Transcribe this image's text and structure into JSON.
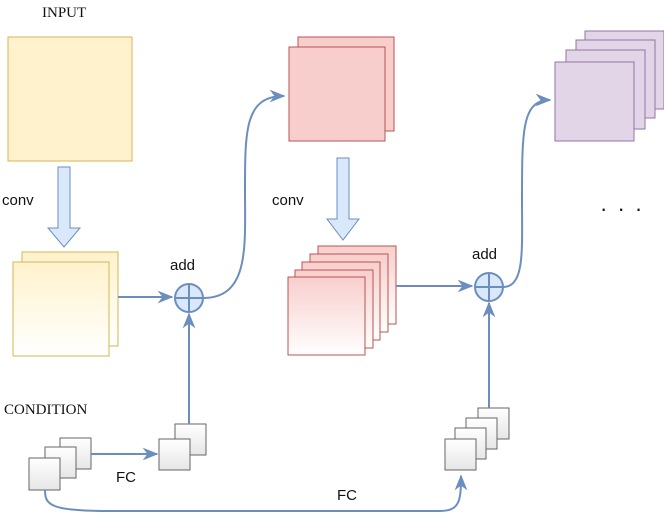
{
  "labels": {
    "input": "INPUT",
    "condition": "CONDITION",
    "conv_1": "conv",
    "conv_2": "conv",
    "add_1": "add",
    "add_2": "add",
    "fc_1": "FC",
    "fc_2": "FC",
    "ellipsis": "· · ·"
  },
  "colors": {
    "input_fill": "#fff2cc",
    "input_stroke": "#d6b656",
    "red_fill": "#f8cecc",
    "red_stroke": "#b85450",
    "purple_fill": "#e1d5e7",
    "purple_stroke": "#9673a6",
    "blue_fill": "#dae8fc",
    "blue_stroke": "#6c8ebf",
    "cond_fill": "#f5f5f5",
    "cond_stroke": "#666666"
  }
}
